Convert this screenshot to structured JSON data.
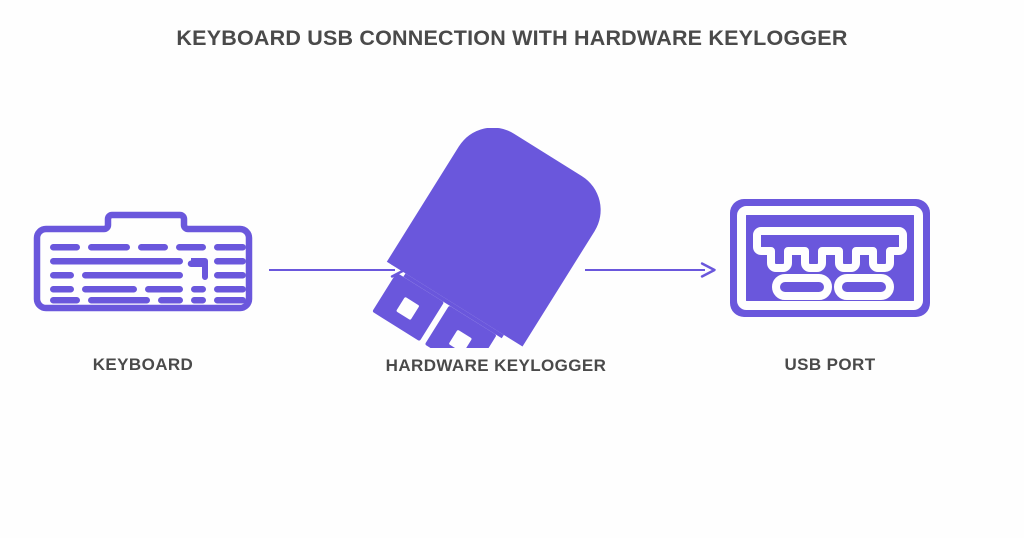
{
  "diagram": {
    "title": "KEYBOARD USB CONNECTION WITH HARDWARE KEYLOGGER",
    "background_color": "#fefefe",
    "accent_color": "#6a57dc",
    "text_color": "#4a4a4a",
    "type": "flow-diagram",
    "direction": "left-to-right",
    "nodes": [
      {
        "id": "keyboard",
        "label": "KEYBOARD",
        "icon": "keyboard-icon",
        "style": "outline",
        "color": "#6a57dc"
      },
      {
        "id": "keylogger",
        "label": "HARDWARE KEYLOGGER",
        "icon": "usb-flash-drive-icon",
        "style": "solid",
        "color": "#6a57dc"
      },
      {
        "id": "usbport",
        "label": "USB PORT",
        "icon": "usb-port-icon",
        "style": "filled",
        "color": "#6a57dc"
      }
    ],
    "connections": [
      {
        "id": "arrow-1",
        "from": "keyboard",
        "to": "keylogger",
        "icon": "arrow-right-icon",
        "color": "#6a57dc"
      },
      {
        "id": "arrow-2",
        "from": "keylogger",
        "to": "usbport",
        "icon": "arrow-right-icon",
        "color": "#6a57dc"
      }
    ]
  }
}
